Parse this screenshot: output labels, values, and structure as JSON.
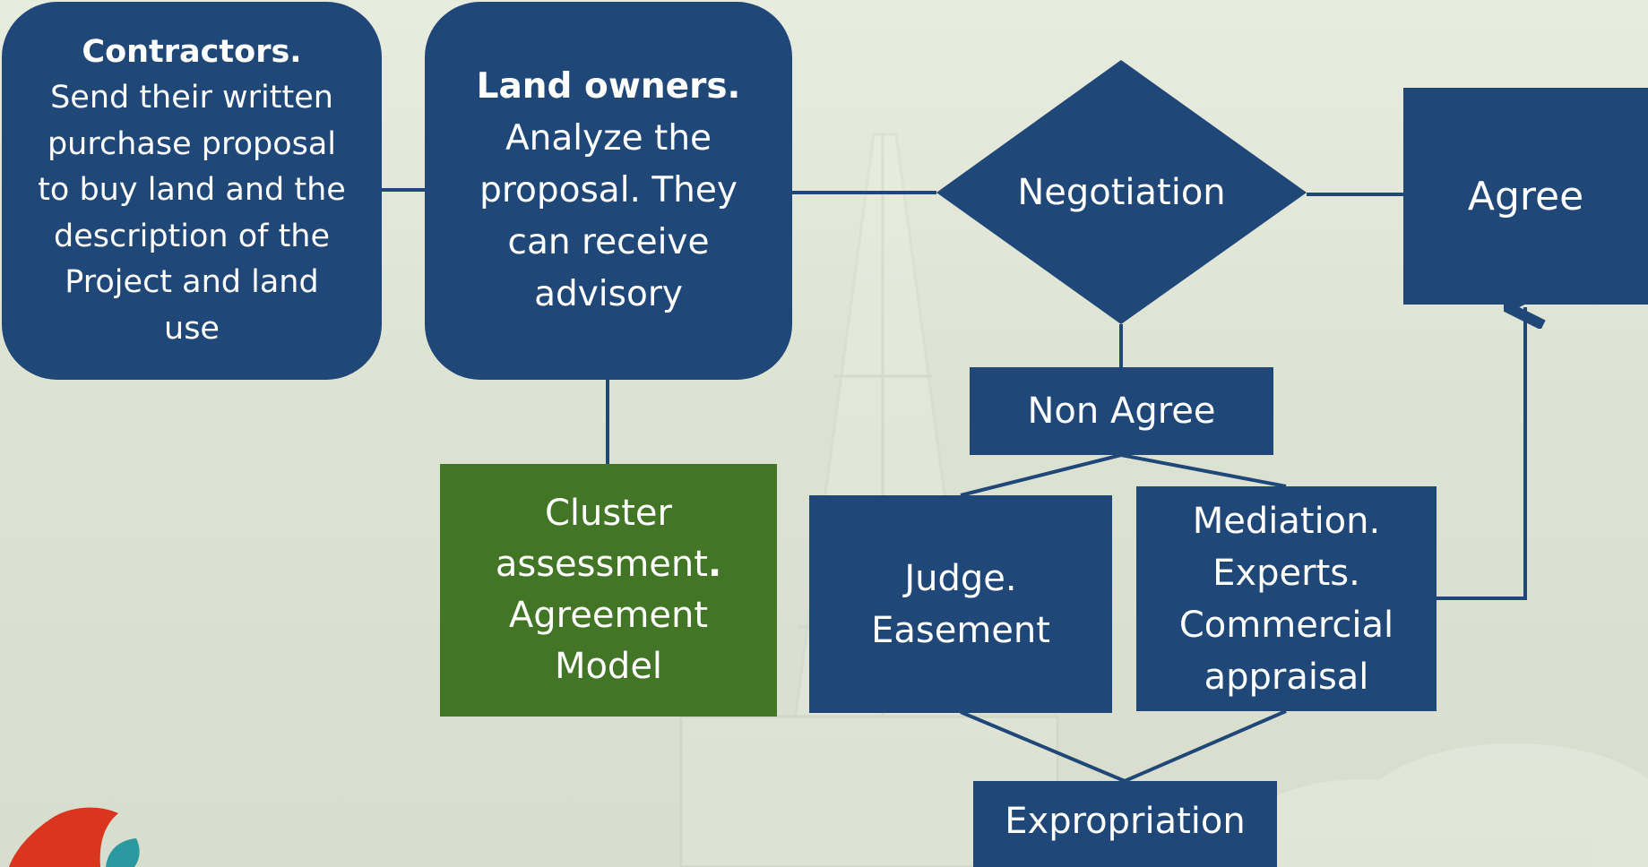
{
  "nodes": {
    "contractors": {
      "bold": "Contractors.",
      "text": " Send their written purchase proposal to buy  land and the description of the Project and land use"
    },
    "landowners": {
      "bold": "Land owners.",
      "text": "Analyze the proposal. They can receive advisory"
    },
    "cluster": {
      "text": "Cluster assessment",
      "bold_tail": ".",
      "text2": "Agreement Model"
    },
    "negotiation": {
      "text": "Negotiation"
    },
    "agree": {
      "text": "Agree"
    },
    "non_agree": {
      "text": "Non Agree"
    },
    "judge": {
      "text": "Judge. Easement"
    },
    "mediation": {
      "text": "Mediation. Experts. Commercial appraisal"
    },
    "expropriation": {
      "text": "Expropriation"
    }
  },
  "colors": {
    "box_blue": "#1f4778",
    "box_green": "#437527",
    "logo_red": "#d9351f",
    "logo_teal": "#2a9aa0"
  },
  "icons": {
    "logo": "company-logo-icon",
    "background": "drilling-rig-background"
  }
}
